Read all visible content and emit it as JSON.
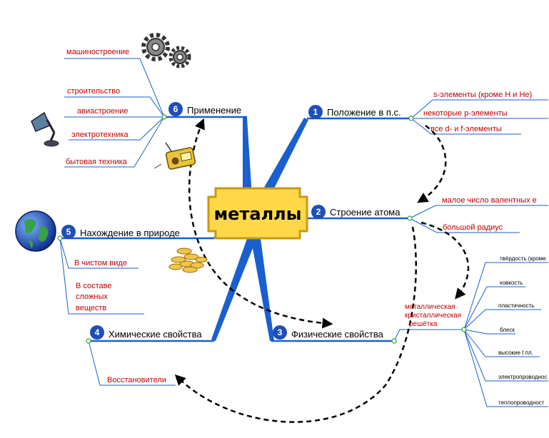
{
  "center": {
    "label": "металлы"
  },
  "branches": {
    "b1": {
      "num": "1",
      "title": "Положение в п.с.",
      "leaves": [
        "s-элементы (кроме Н и Не)",
        "некоторые р-элементы",
        "все d- и f-элементы"
      ]
    },
    "b2": {
      "num": "2",
      "title": "Строение атома",
      "leaves": [
        "малое число валентных е",
        "большой радиус"
      ]
    },
    "b3": {
      "num": "3",
      "title": "Физические свойства",
      "sub_lines": [
        "металлическая",
        "кристаллическая",
        "решётка"
      ],
      "props": [
        "твёрдость (кроме",
        "ковкость",
        "пластичность",
        "блеск",
        "высокие t пл.",
        "электропроводнос",
        "теплопроводност"
      ]
    },
    "b4": {
      "num": "4",
      "title": "Химические свойства",
      "leaves": [
        "Восстановители"
      ]
    },
    "b5": {
      "num": "5",
      "title": "Нахождение в природе",
      "leaves": [
        "В чистом виде"
      ],
      "leaf2_lines": [
        "В составе",
        "сложных",
        "веществ"
      ]
    },
    "b6": {
      "num": "6",
      "title": "Применение",
      "leaves": [
        "машиностроение",
        "строительство",
        "авиастроение",
        "электротехника",
        "бытовая техника"
      ]
    }
  },
  "colors": {
    "branch": "#1a5fd0",
    "leaf_text": "#c00000",
    "badge": "#1f4fb8",
    "center_fill": "#ffd84a",
    "center_border": "#c89a10"
  },
  "icons": [
    "gears-icon",
    "desk-lamp-icon",
    "radio-icon",
    "globe-icon",
    "coins-icon"
  ]
}
